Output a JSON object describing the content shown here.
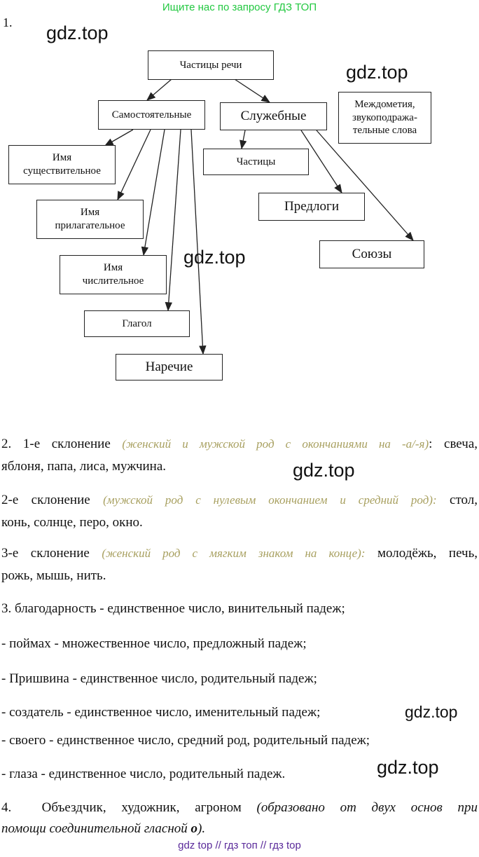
{
  "top_link": "Ищите нас по запросу ГДЗ ТОП",
  "watermark": "gdz.top",
  "task1": {
    "number": "1.",
    "boxes": {
      "root": "Частицы речи",
      "independent": "Самостоятельные",
      "service": "Служебные",
      "interjections": "Междометия, звукоподража-тельные слова",
      "noun": "Имя существительное",
      "adjective": "Имя прилагательное",
      "numeral": "Имя числительное",
      "verb": "Глагол",
      "adverb": "Наречие",
      "particles": "Частицы",
      "prepositions": "Предлоги",
      "conjunctions": "Союзы"
    }
  },
  "task2": [
    {
      "prefix": "2. 1-е склонение",
      "note": "(женский и мужской род с окончаниями на -а/-я)",
      "rest1": ": свеча,",
      "rest2": "яблоня, папа, лиса, мужчина."
    },
    {
      "prefix": "2-е склонение",
      "note": "(мужской род с нулевым окончанием и средний род):",
      "rest1": "стол,",
      "rest2": "конь, солнце, перо, окно."
    },
    {
      "prefix": "3-е склонение",
      "note": "(женский род с мягким знаком на конце):",
      "rest1": "молодёжь, печь,",
      "rest2": "рожь, мышь, нить."
    }
  ],
  "task3": [
    "3. благодарность - единственное число, винительный падеж;",
    "- поймах - множественное число, предложный падеж;",
    "- Пришвина - единственное число, родительный падеж;",
    "- создатель - единственное число, именительный падеж;",
    "- своего - единственное число, средний род, родительный падеж;",
    "- глаза - единственное число, родительный падеж."
  ],
  "task4": {
    "number": "4.",
    "words": "Объездчик, художник, агроном",
    "note1": "(образовано от двух основ при",
    "note2": "помощи соединительной гласной",
    "bold": "о",
    "end": ")."
  },
  "footer": "gdz top  //  гдз топ  //  гдз top"
}
